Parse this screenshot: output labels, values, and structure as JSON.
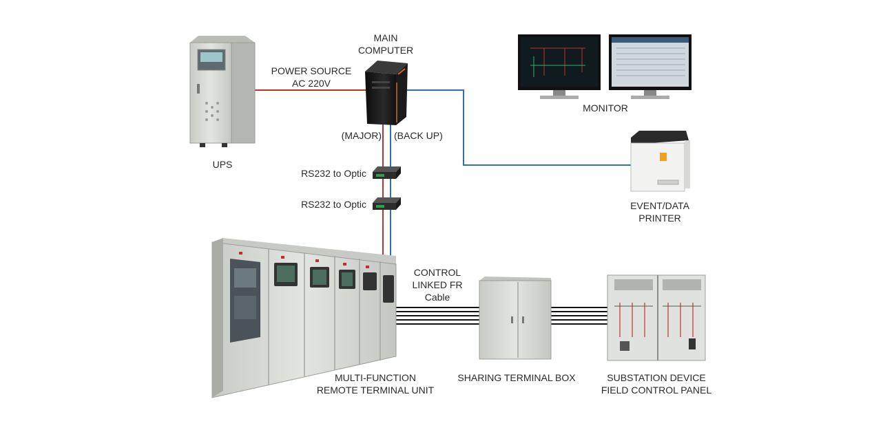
{
  "labels": {
    "main_computer": [
      "MAIN",
      "COMPUTER"
    ],
    "power_source": [
      "POWER SOURCE",
      "AC 220V"
    ],
    "monitor": "MONITOR",
    "ups": "UPS",
    "major": "(MAJOR)",
    "backup": "(BACK UP)",
    "rs232_1": "RS232 to Optic",
    "rs232_2": "RS232 to Optic",
    "printer": [
      "EVENT/DATA",
      "PRINTER"
    ],
    "control_cable": [
      "CONTROL",
      "LINKED FR",
      "Cable"
    ],
    "rtu": [
      "MULTI-FUNCTION",
      "REMOTE TERMINAL UNIT"
    ],
    "sharing_box": "SHARING TERMINAL BOX",
    "field_panel": [
      "SUBSTATION DEVICE",
      "FIELD CONTROL PANEL"
    ]
  },
  "colors": {
    "power_line": "#c0302a",
    "major_line": "#c0302a",
    "backup_line": "#2f6fb0",
    "printer_line": "#2f6fb0",
    "cable": "#111111",
    "cabinet": "#d9ddd8",
    "text": "#2a2a2a"
  },
  "icons": {
    "ups": "ups-cabinet-icon",
    "computer": "tower-computer-icon",
    "monitor": "dual-monitor-icon",
    "printer": "laser-printer-icon",
    "converter": "rs232-optic-converter-icon",
    "rtu": "rtu-cabinet-row-icon",
    "sharing_box": "terminal-box-icon",
    "field_panel": "control-panel-icon"
  }
}
